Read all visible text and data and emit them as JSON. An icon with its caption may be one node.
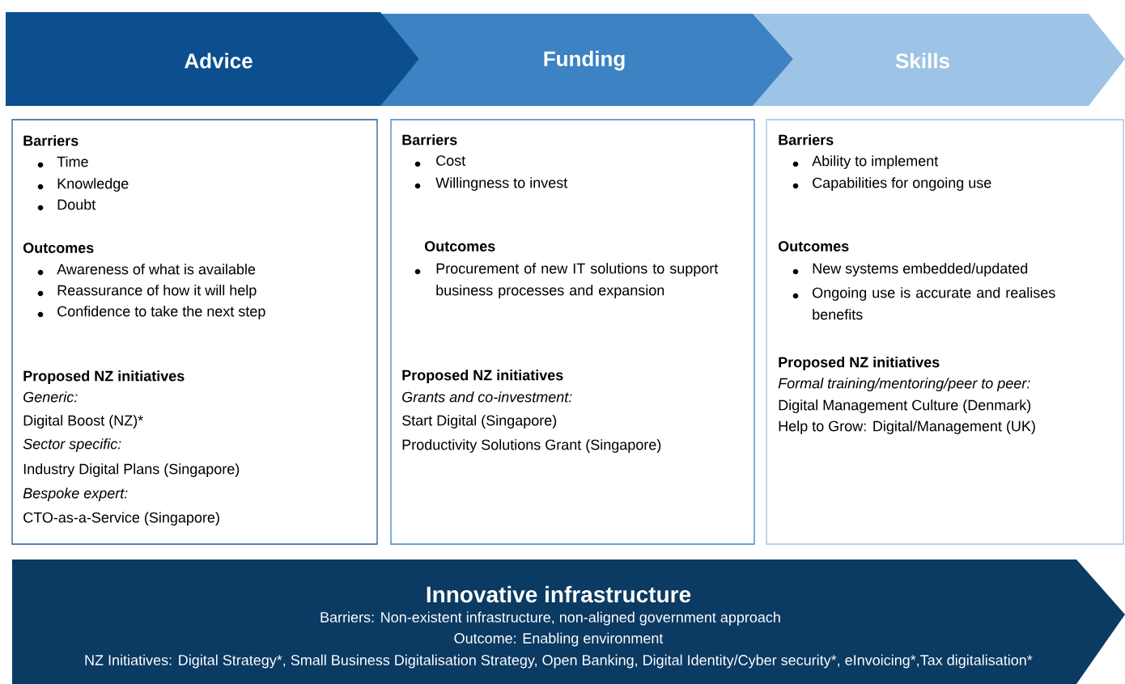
{
  "diagram": {
    "nodes": [
      {
        "text": [
          "Advice"
        ]
      },
      {
        "text": [
          "Funding"
        ]
      },
      {
        "text": [
          "Skills"
        ]
      },
      {
        "text": [
          "Barriers",
          "Time",
          "Knowledge",
          "Doubt",
          "Outcomes",
          "Awareness of what is available",
          "Reassurance of how it will help",
          "Confidence to take the next step",
          "Proposed NZ initiatives",
          "Generic:",
          "Digital Boost (NZ)*",
          "Sector specific:",
          "Industry Digital Plans (Singapore)",
          "Bespoke expert:",
          "CTO-as-a-Service (Singapore)"
        ]
      },
      {
        "text": [
          "Barriers",
          "Cost",
          "Willingness to invest",
          "Outcomes",
          "Procurement of new IT solutions to support business processes and expansion",
          "Proposed NZ initiatives",
          "Grants and co-investment:",
          "Start Digital (Singapore)",
          "Productivity Solutions Grant (Singapore)"
        ]
      },
      {
        "text": [
          "Barriers",
          "Ability to implement",
          "Capabilities for ongoing use",
          "Outcomes",
          "New systems embedded/updated",
          "Ongoing use is accurate and realises benefits",
          "Proposed NZ initiatives",
          "Formal training/mentoring/peer to peer:",
          "Digital Management Culture (Denmark)",
          "Help to Grow: Digital/Management (UK)"
        ]
      },
      {
        "text": [
          "Innovative infrastructure",
          "Barriers: Non-existent infrastructure, non-aligned government approach",
          "Outcome: Enabling environment",
          "NZ Initiatives: Digital Strategy*, Small Business Digitalisation Strategy, Open Banking, Digital Identity/Cyber security*, eInvoicing*,Tax digitalisation*"
        ]
      }
    ]
  }
}
